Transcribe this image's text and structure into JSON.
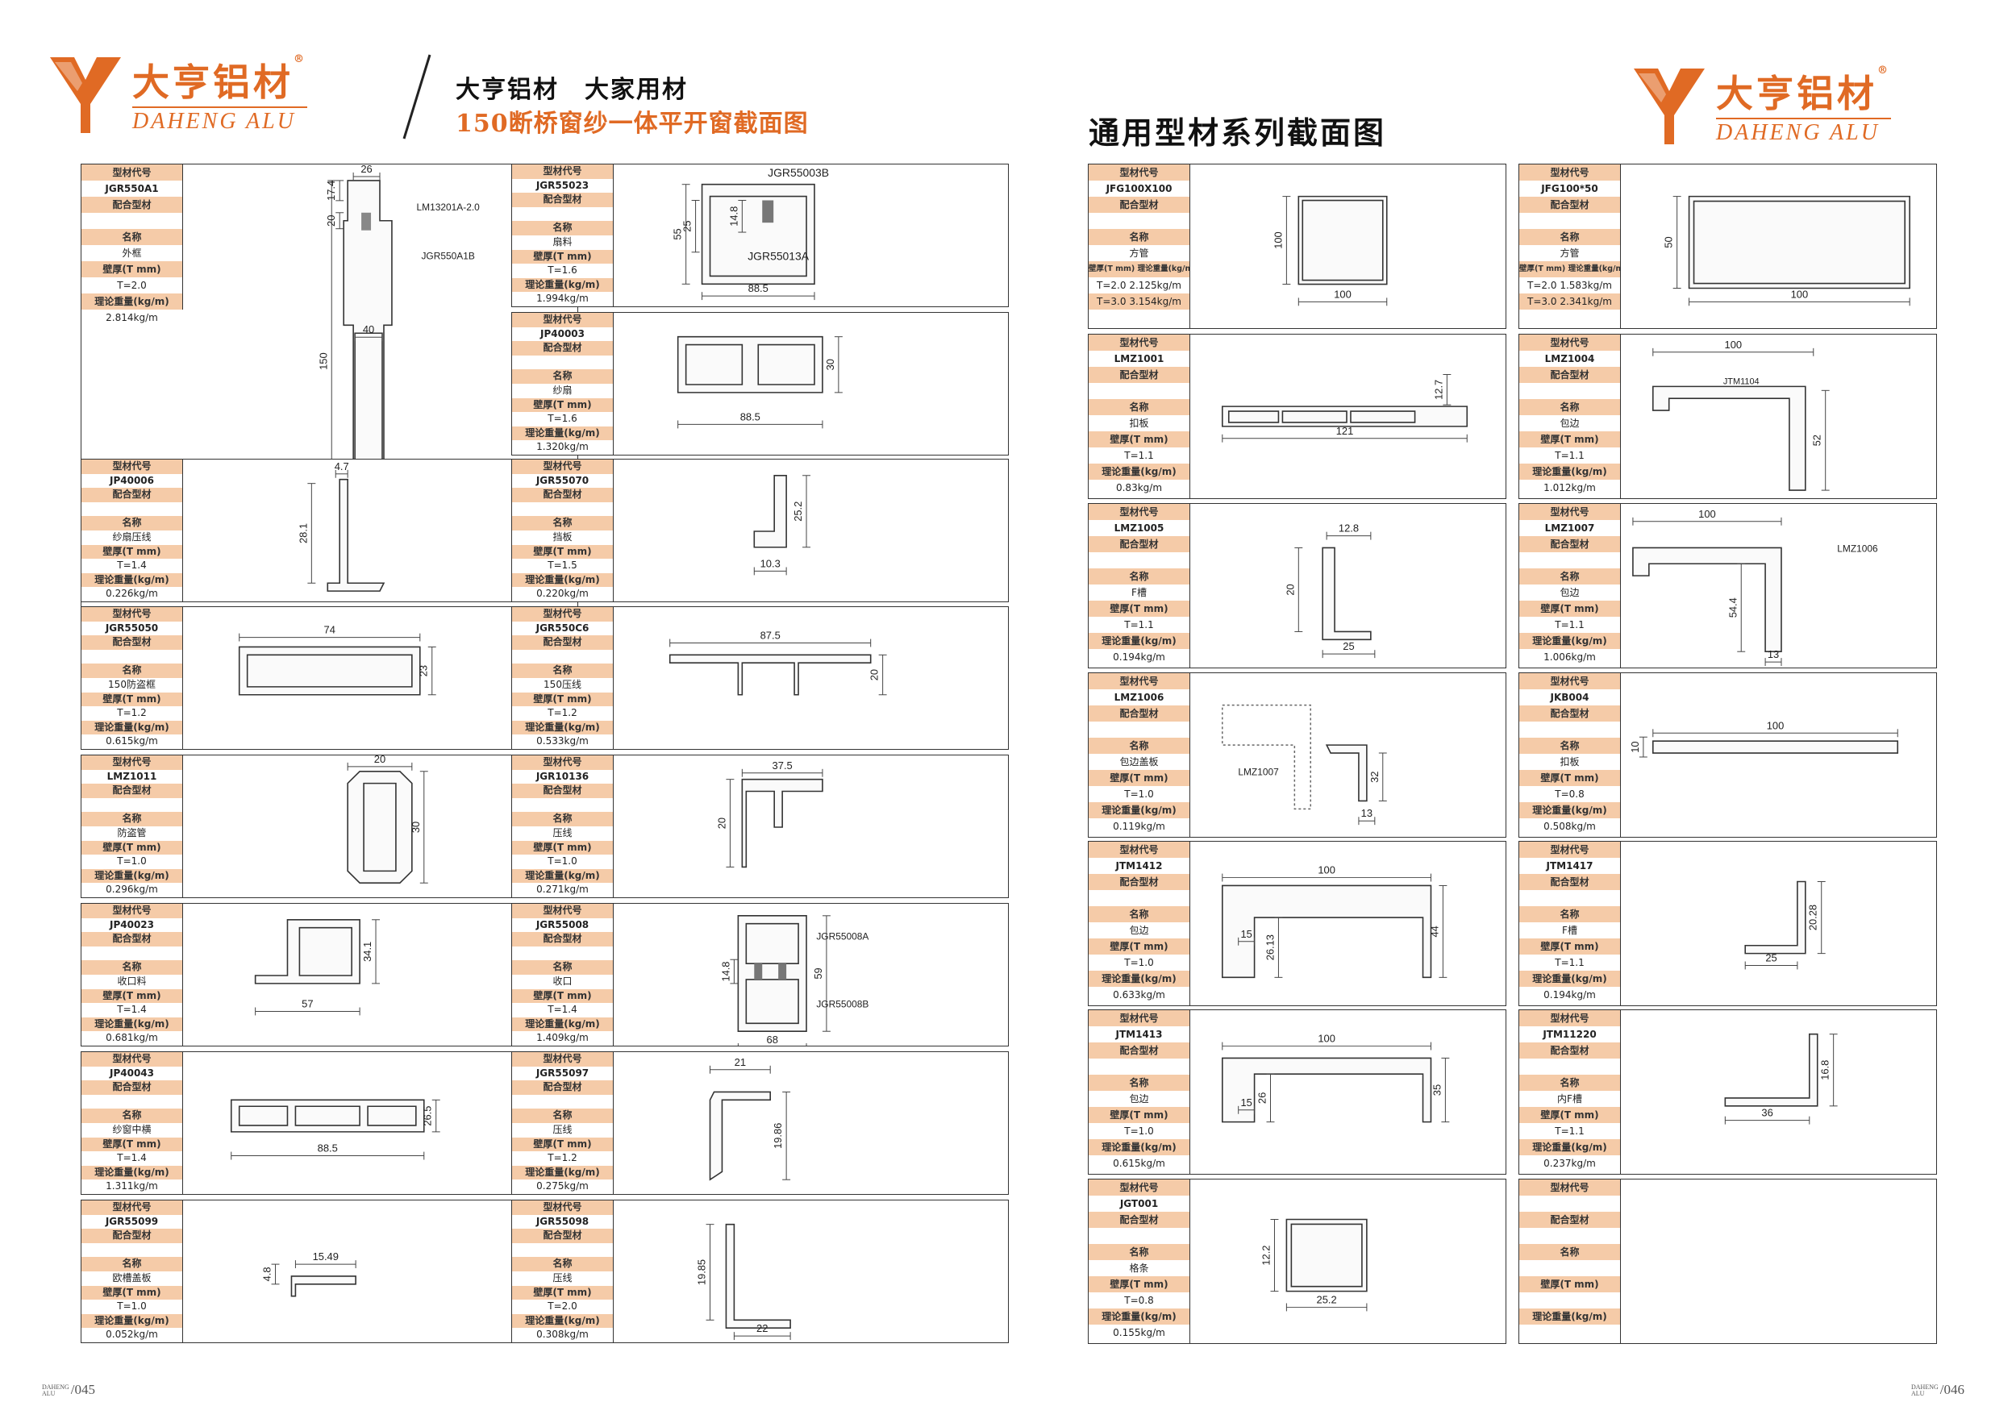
{
  "brand": {
    "cn": "大亨铝材",
    "en": "DAHENG ALU",
    "reg": "®"
  },
  "header": {
    "slogan": "大亨铝材　大家用材",
    "series": "150断桥窗纱一体平开窗截面图",
    "common": "通用型材系列截面图"
  },
  "labels": {
    "code": "型材代号",
    "match": "配合型材",
    "name": "名称",
    "thick": "壁厚(T mm)",
    "weight": "理论重量(kg/m)",
    "thickWeight": "壁厚(T mm)  理论重量(kg/m)"
  },
  "pages": {
    "left": "045",
    "right": "046",
    "mark_a": "DAHENG",
    "mark_b": "ALU"
  },
  "cards": [
    {
      "code": "JGR550A1",
      "name": "外框",
      "t": "T=2.0",
      "w": "2.814kg/m",
      "dims": [
        "17.4",
        "26",
        "20",
        "40",
        "150",
        "LM13201A-2.0",
        "JGR550A1B"
      ]
    },
    {
      "code": "JGR55023",
      "name": "扇料",
      "t": "T=1.6",
      "w": "1.994kg/m",
      "dims": [
        "JGR55003B",
        "55",
        "25",
        "14.8",
        "88.5",
        "JGR55013A"
      ]
    },
    {
      "code": "JP40003",
      "name": "纱扇",
      "t": "T=1.6",
      "w": "1.320kg/m",
      "dims": [
        "30",
        "88.5"
      ]
    },
    {
      "code": "JP40006",
      "name": "纱扇压线",
      "t": "T=1.4",
      "w": "0.226kg/m",
      "dims": [
        "4.7",
        "28.1"
      ]
    },
    {
      "code": "JGR55070",
      "name": "挡板",
      "t": "T=1.5",
      "w": "0.220kg/m",
      "dims": [
        "25.2",
        "10.3"
      ]
    },
    {
      "code": "JGR55050",
      "name": "150防盗框",
      "t": "T=1.2",
      "w": "0.615kg/m",
      "dims": [
        "74",
        "23"
      ]
    },
    {
      "code": "JGR550C6",
      "name": "150压线",
      "t": "T=1.2",
      "w": "0.533kg/m",
      "dims": [
        "87.5",
        "20"
      ]
    },
    {
      "code": "LMZ1011",
      "name": "防盗管",
      "t": "T=1.0",
      "w": "0.296kg/m",
      "dims": [
        "20",
        "30"
      ]
    },
    {
      "code": "JGR10136",
      "name": "压线",
      "t": "T=1.0",
      "w": "0.271kg/m",
      "dims": [
        "37.5",
        "20"
      ]
    },
    {
      "code": "JP40023",
      "name": "收口料",
      "t": "T=1.4",
      "w": "0.681kg/m",
      "dims": [
        "34.1",
        "57"
      ]
    },
    {
      "code": "JGR55008",
      "name": "收口",
      "t": "T=1.4",
      "w": "1.409kg/m",
      "dims": [
        "JGR55008A",
        "14.8",
        "59",
        "JGR55008B",
        "68"
      ]
    },
    {
      "code": "JP40043",
      "name": "纱窗中横",
      "t": "T=1.4",
      "w": "1.311kg/m",
      "dims": [
        "26.5",
        "88.5"
      ]
    },
    {
      "code": "JGR55097",
      "name": "压线",
      "t": "T=1.2",
      "w": "0.275kg/m",
      "dims": [
        "21",
        "19.86"
      ]
    },
    {
      "code": "JGR55099",
      "name": "欧槽盖板",
      "t": "T=1.0",
      "w": "0.052kg/m",
      "dims": [
        "4.8",
        "15.49"
      ]
    },
    {
      "code": "JGR55098",
      "name": "压线",
      "t": "T=2.0",
      "w": "0.308kg/m",
      "dims": [
        "19.85",
        "22"
      ]
    },
    {
      "code": "JFG100X100",
      "name": "方管",
      "t": "T=2.0  2.125kg/m",
      "w": "T=3.0  3.154kg/m",
      "dims": [
        "100",
        "100"
      ]
    },
    {
      "code": "JFG100*50",
      "name": "方管",
      "t": "T=2.0  1.583kg/m",
      "w": "T=3.0  2.341kg/m",
      "dims": [
        "50",
        "100"
      ]
    },
    {
      "code": "LMZ1001",
      "name": "扣板",
      "t": "T=1.1",
      "w": "0.83kg/m",
      "dims": [
        "12.7",
        "121"
      ]
    },
    {
      "code": "LMZ1004",
      "name": "包边",
      "t": "T=1.1",
      "w": "1.012kg/m",
      "dims": [
        "100",
        "JTM1104",
        "52"
      ]
    },
    {
      "code": "LMZ1005",
      "name": "F槽",
      "t": "T=1.1",
      "w": "0.194kg/m",
      "dims": [
        "12.8",
        "20",
        "25"
      ]
    },
    {
      "code": "LMZ1007",
      "name": "包边",
      "t": "T=1.1",
      "w": "1.006kg/m",
      "dims": [
        "100",
        "LMZ1006",
        "54.4",
        "13"
      ]
    },
    {
      "code": "LMZ1006",
      "name": "包边盖板",
      "t": "T=1.0",
      "w": "0.119kg/m",
      "dims": [
        "LMZ1007",
        "32",
        "13"
      ]
    },
    {
      "code": "JKB004",
      "name": "扣板",
      "t": "T=0.8",
      "w": "0.508kg/m",
      "dims": [
        "100",
        "10"
      ]
    },
    {
      "code": "JTM1412",
      "name": "包边",
      "t": "T=1.0",
      "w": "0.633kg/m",
      "dims": [
        "100",
        "15",
        "26.13",
        "44"
      ]
    },
    {
      "code": "JTM1417",
      "name": "F槽",
      "t": "T=1.1",
      "w": "0.194kg/m",
      "dims": [
        "20.28",
        "25"
      ]
    },
    {
      "code": "JTM1413",
      "name": "包边",
      "t": "T=1.0",
      "w": "0.615kg/m",
      "dims": [
        "100",
        "15",
        "26",
        "35"
      ]
    },
    {
      "code": "JTM11220",
      "name": "内F槽",
      "t": "T=1.1",
      "w": "0.237kg/m",
      "dims": [
        "16.8",
        "36"
      ]
    },
    {
      "code": "JGT001",
      "name": "格条",
      "t": "T=0.8",
      "w": "0.155kg/m",
      "dims": [
        "12.2",
        "25.2"
      ]
    },
    {
      "code": "",
      "name": "",
      "t": "",
      "w": "",
      "dims": []
    }
  ]
}
